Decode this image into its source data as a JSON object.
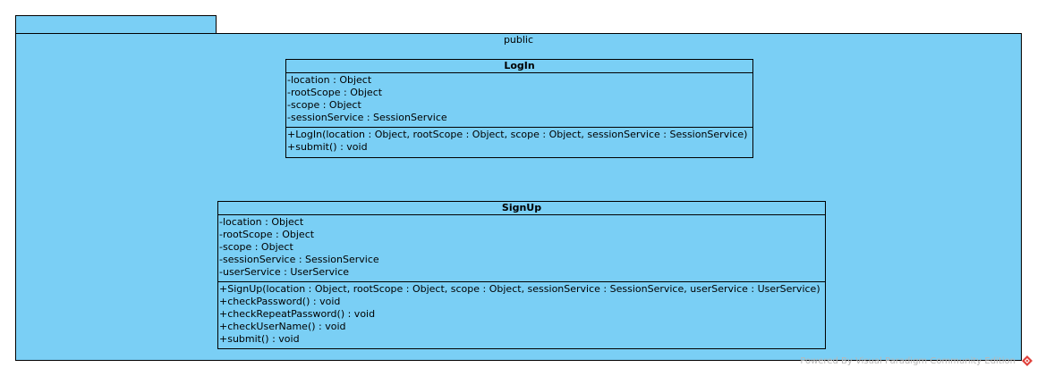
{
  "package": {
    "name": "public"
  },
  "classes": [
    {
      "name": "LogIn",
      "attributes": [
        "-location : Object",
        "-rootScope : Object",
        "-scope : Object",
        "-sessionService : SessionService"
      ],
      "operations": [
        "+LogIn(location : Object, rootScope : Object, scope : Object, sessionService : SessionService)",
        "+submit() : void"
      ]
    },
    {
      "name": "SignUp",
      "attributes": [
        "-location : Object",
        "-rootScope : Object",
        "-scope : Object",
        "-sessionService : SessionService",
        "-userService : UserService"
      ],
      "operations": [
        "+SignUp(location : Object, rootScope : Object, scope : Object, sessionService : SessionService, userService : UserService)",
        "+checkPassword() : void",
        "+checkRepeatPassword() : void",
        "+checkUserName() : void",
        "+submit() : void"
      ]
    }
  ],
  "watermark": {
    "text": "Powered By Visual Paradigm Community Edition",
    "logo_icon": "visual-paradigm-logo-icon"
  },
  "colors": {
    "fill": "#7acff5",
    "stroke": "#000000",
    "watermark": "#b8b8b8",
    "logo": "#e0403a"
  }
}
